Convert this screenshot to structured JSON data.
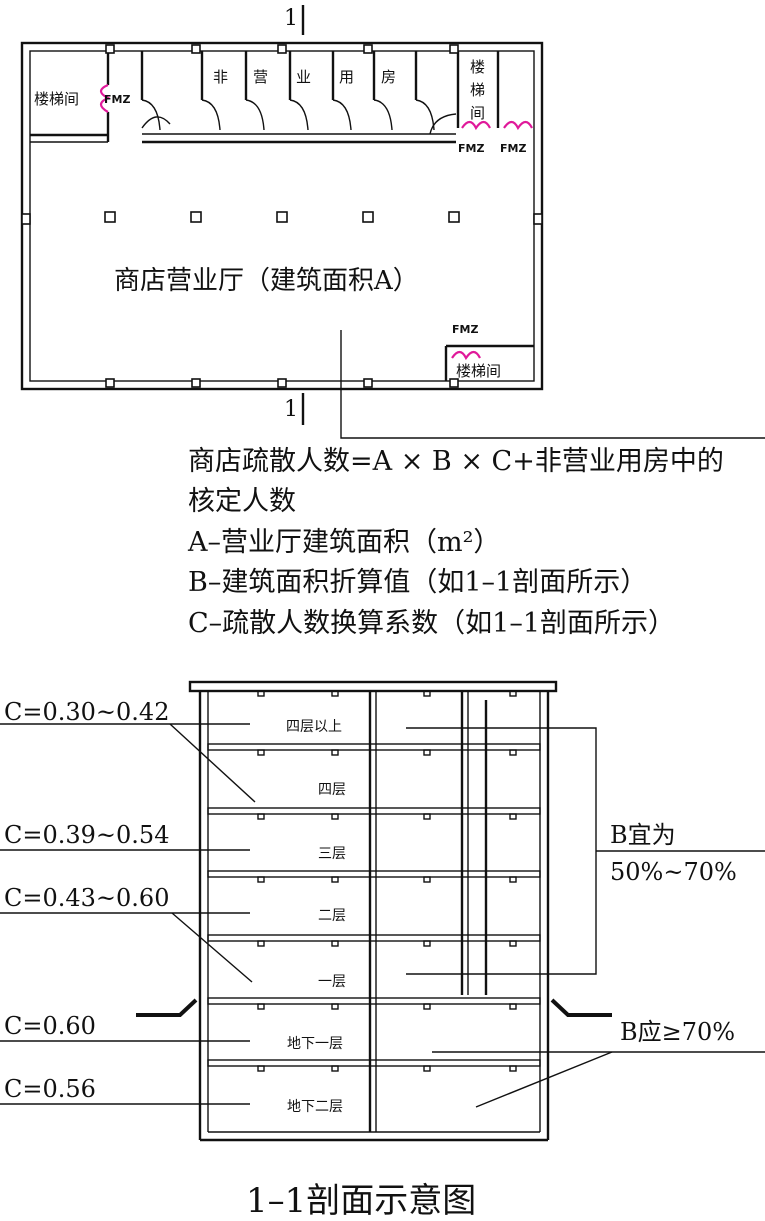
{
  "plan": {
    "section_mark": "1",
    "stair_left": "楼梯间",
    "stair_right_top": [
      "楼",
      "梯",
      "间"
    ],
    "stair_right_bottom": "楼梯间",
    "fire_door": "FMZ",
    "nonbiz_chars": [
      "非",
      "营",
      "业",
      "用",
      "房"
    ],
    "hall_label": "商店营业厅（建筑面积A）"
  },
  "formula": {
    "line1": "商店疏散人数=A × B × C+非营业用房中的",
    "line2": "核定人数",
    "line3": "A–营业厅建筑面积（m²）",
    "line4": "B–建筑面积折算值（如1–1剖面所示）",
    "line5": "C–疏散人数换算系数（如1–1剖面所示）"
  },
  "section": {
    "floors": [
      "四层以上",
      "四层",
      "三层",
      "二层",
      "一层",
      "地下一层",
      "地下二层"
    ],
    "c_labels": [
      "C=0.30~0.42",
      "C=0.39~0.54",
      "C=0.43~0.60",
      "C=0.60",
      "C=0.56"
    ],
    "b_upper_line1": "B宜为",
    "b_upper_line2": "50%~70%",
    "b_lower": "B应≥70%",
    "caption": "1–1剖面示意图"
  }
}
